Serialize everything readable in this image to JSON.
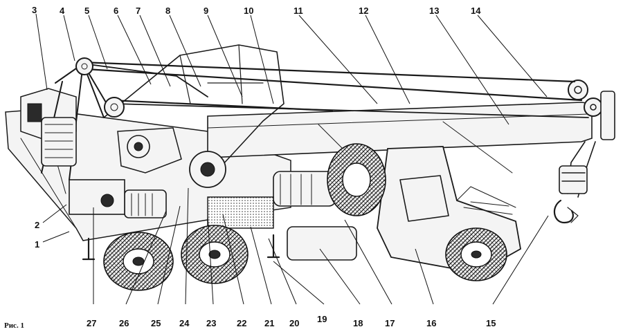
{
  "figure": {
    "caption": "Рис. 1",
    "callouts": [
      "1",
      "2",
      "3",
      "4",
      "5",
      "6",
      "7",
      "8",
      "9",
      "10",
      "11",
      "12",
      "13",
      "14",
      "15",
      "16",
      "17",
      "18",
      "19",
      "20",
      "21",
      "22",
      "23",
      "24",
      "25",
      "26",
      "27"
    ]
  },
  "colors": {
    "ink": "#1a1a1a",
    "paper": "#ffffff"
  }
}
